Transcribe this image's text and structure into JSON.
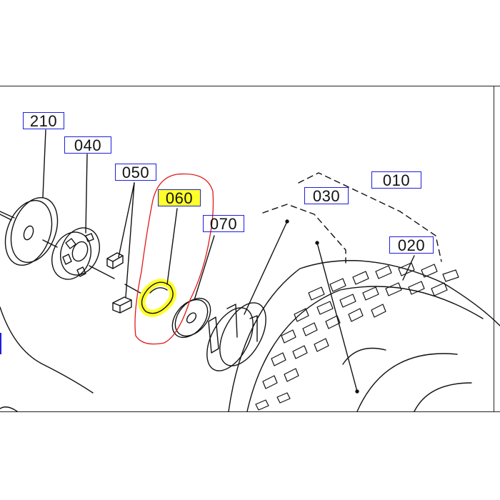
{
  "diagram": {
    "callouts": [
      {
        "id": "210",
        "text": "210"
      },
      {
        "id": "040",
        "text": "040"
      },
      {
        "id": "050",
        "text": "050"
      },
      {
        "id": "060",
        "text": "060",
        "highlighted": true
      },
      {
        "id": "070",
        "text": "070"
      },
      {
        "id": "030",
        "text": "030"
      },
      {
        "id": "010",
        "text": "010"
      },
      {
        "id": "020",
        "text": "020"
      }
    ],
    "colors": {
      "label_border": "#1e1ee0",
      "highlight": "#ffff2a",
      "selection_outline": "#e01818",
      "line_art": "#111111"
    }
  }
}
